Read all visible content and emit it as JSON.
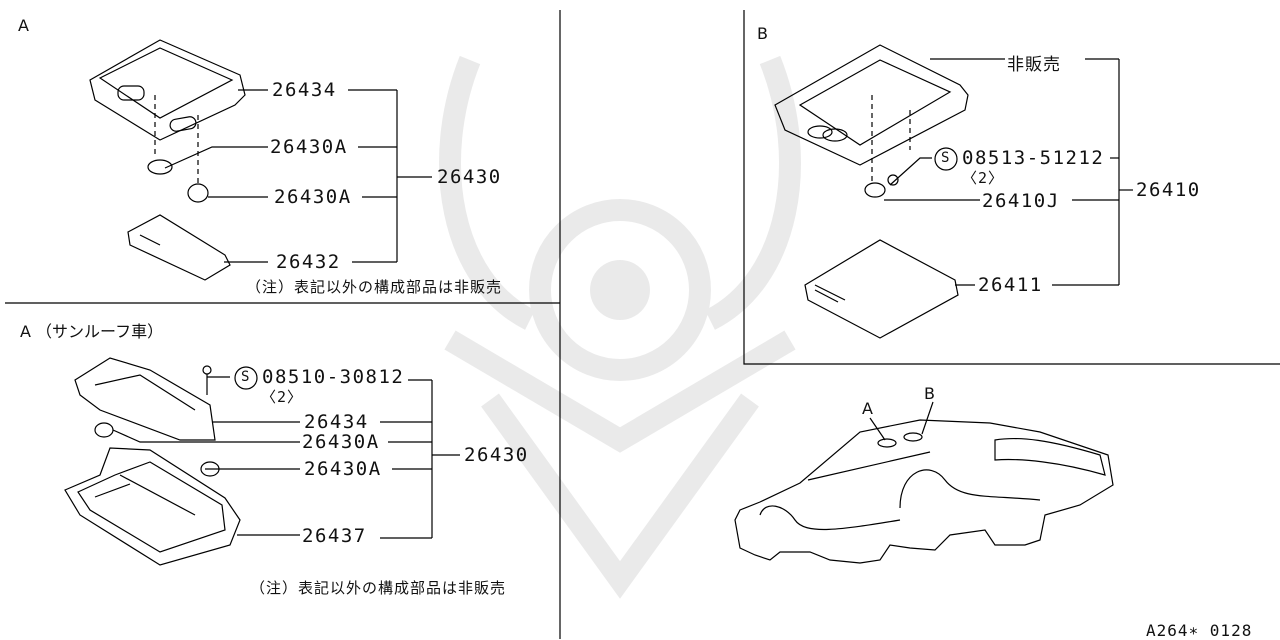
{
  "diagram": {
    "code": "A264∗ 0128",
    "panels": {
      "a_top": {
        "section_label": "A",
        "parts": [
          {
            "label": "26434"
          },
          {
            "label": "26430A"
          },
          {
            "label": "26430A"
          },
          {
            "label": "26432"
          }
        ],
        "assembly": "26430",
        "note": "（注）表記以外の構成部品は非販売"
      },
      "a_sunroof": {
        "section_label": "A （サンルーフ車）",
        "screw": {
          "symbol": "S",
          "part": "08510-30812",
          "qty": "〈2〉"
        },
        "parts": [
          {
            "label": "26434"
          },
          {
            "label": "26430A"
          },
          {
            "label": "26430A"
          },
          {
            "label": "26437"
          }
        ],
        "assembly": "26430",
        "note": "（注）表記以外の構成部品は非販売"
      },
      "b": {
        "section_label": "B",
        "not_for_sale": "非販売",
        "screw": {
          "symbol": "S",
          "part": "08513-51212",
          "qty": "〈2〉"
        },
        "parts": [
          {
            "label": "26410J"
          },
          {
            "label": "26411"
          }
        ],
        "assembly": "26410"
      },
      "car": {
        "markers": [
          "A",
          "B"
        ]
      }
    }
  }
}
